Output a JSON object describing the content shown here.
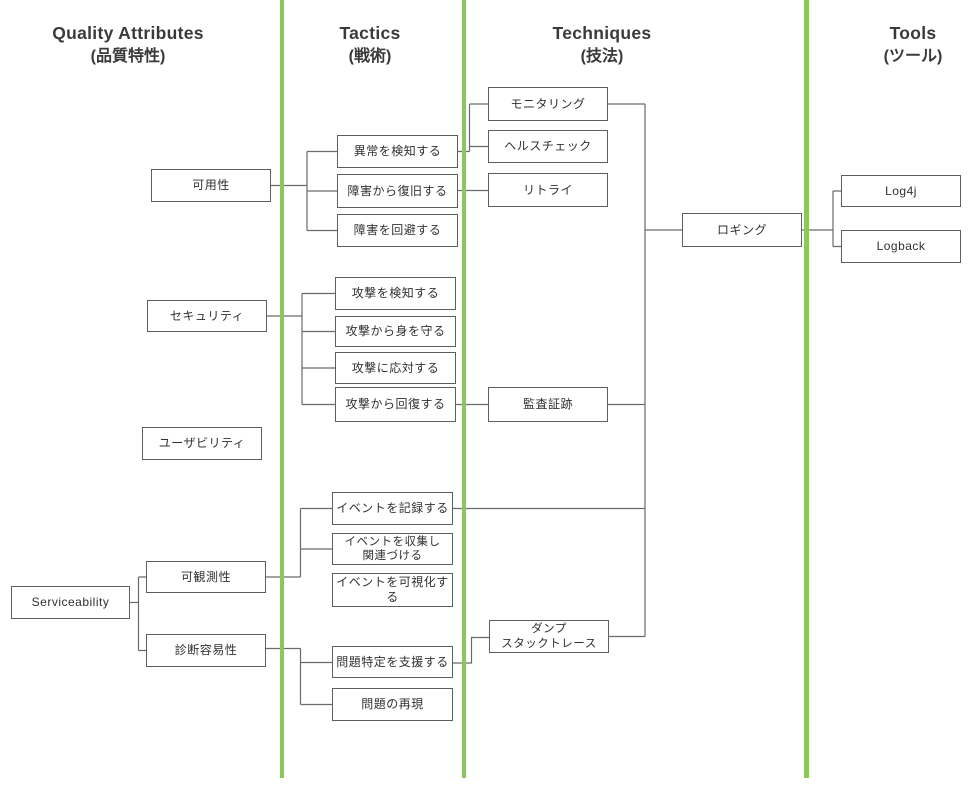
{
  "diagram": {
    "columns": [
      {
        "title": "Quality Attributes",
        "subtitle": "(品質特性)"
      },
      {
        "title": "Tactics",
        "subtitle": "(戦術)"
      },
      {
        "title": "Techniques",
        "subtitle": "(技法)"
      },
      {
        "title": "Tools",
        "subtitle": "(ツール)"
      }
    ],
    "colors": {
      "divider_green": "#8cc75a",
      "connector_gray": "#6a6a6a",
      "box_border": "#5e5e5e",
      "text": "#303030"
    },
    "nodes": {
      "availability": {
        "label": "可用性"
      },
      "security": {
        "label": "セキュリティ"
      },
      "usability": {
        "label": "ユーザビリティ"
      },
      "observability": {
        "label": "可観測性"
      },
      "serviceability": {
        "label": "Serviceability"
      },
      "diagnosability": {
        "label": "診断容易性"
      },
      "detect_anomaly": {
        "label": "異常を検知する"
      },
      "recover_from_failure": {
        "label": "障害から復旧する"
      },
      "avoid_failure": {
        "label": "障害を回避する"
      },
      "detect_attack": {
        "label": "攻撃を検知する"
      },
      "protect_from_attack": {
        "label": "攻撃から身を守る"
      },
      "respond_to_attack": {
        "label": "攻撃に応対する"
      },
      "recover_from_attack": {
        "label": "攻撃から回復する"
      },
      "record_events": {
        "label": "イベントを記録する"
      },
      "collect_events": {
        "label": "イベントを収集し\n関連づける"
      },
      "visualize_events": {
        "label": "イベントを可視化する"
      },
      "support_problem_identification": {
        "label": "問題特定を支援する"
      },
      "reproduce_problem": {
        "label": "問題の再現"
      },
      "monitoring": {
        "label": "モニタリング"
      },
      "health_check": {
        "label": "ヘルスチェック"
      },
      "retry": {
        "label": "リトライ"
      },
      "audit_trail": {
        "label": "監査証跡"
      },
      "dump_stacktrace": {
        "label": "ダンプ\nスタックトレース"
      },
      "logging": {
        "label": "ロギング"
      },
      "log4j": {
        "label": "Log4j"
      },
      "logback": {
        "label": "Logback"
      }
    }
  }
}
